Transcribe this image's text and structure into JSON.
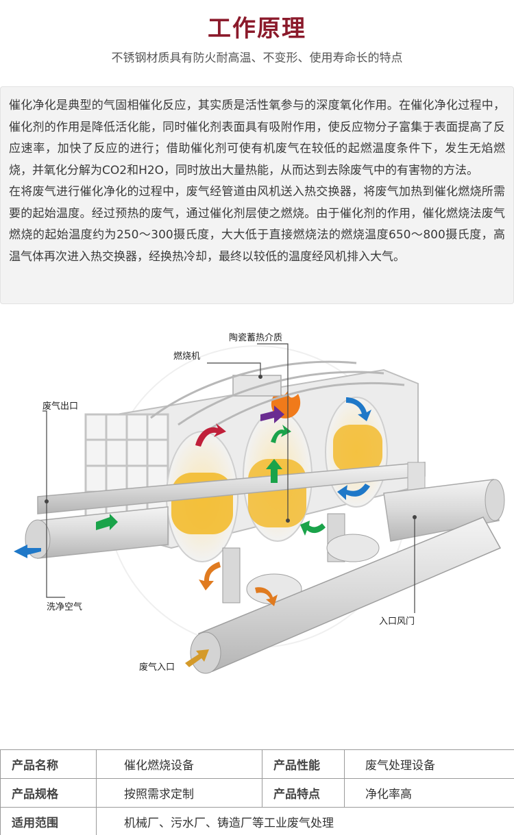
{
  "header": {
    "title": "工作原理",
    "subtitle": "不锈钢材质具有防火耐高温、不变形、使用寿命长的特点"
  },
  "description": {
    "paragraph1": "催化净化是典型的气固相催化反应，其实质是活性氧参与的深度氧化作用。在催化净化过程中，催化剂的作用是降低活化能，同时催化剂表面具有吸附作用，使反应物分子富集于表面提高了反应速率，加快了反应的进行；借助催化剂可使有机废气在较低的起燃温度条件下，发生无焰燃烧，并氧化分解为CO2和H2O，同时放出大量热能，从而达到去除废气中的有害物的方法。",
    "paragraph2": "在将废气进行催化净化的过程中，废气经管道由风机送入热交换器，将废气加热到催化燃烧所需要的起始温度。经过预热的废气，通过催化剂层使之燃烧。由于催化剂的作用，催化燃烧法废气燃烧的起始温度约为250～300摄氏度，大大低于直接燃烧法的燃烧温度650～800摄氏度，高温气体再次进入热交换器，经换热冷却，最终以较低的温度经风机排入大气。"
  },
  "diagram": {
    "labels": {
      "ceramic": "陶瓷蓄热介质",
      "burner": "燃烧机",
      "exhaust_outlet": "废气出口",
      "purge_air": "洗净空气",
      "inlet_damper": "入口风门",
      "exhaust_inlet": "废气入口"
    },
    "colors": {
      "green_arrow": "#1aa34a",
      "blue_arrow": "#1f78c8",
      "orange_arrow": "#e07b20",
      "purple_arrow": "#6a2d91",
      "red_arrow": "#c0203a",
      "media": "#f2b824"
    }
  },
  "specs": {
    "rows": [
      {
        "k1": "产品名称",
        "v1": "催化燃烧设备",
        "k2": "产品性能",
        "v2": "废气处理设备"
      },
      {
        "k1": "产品规格",
        "v1": "按照需求定制",
        "k2": "产品特点",
        "v2": "净化率高"
      },
      {
        "k1": "适用范围",
        "v1": "机械厂、污水厂、铸造厂等工业废气处理"
      }
    ]
  }
}
